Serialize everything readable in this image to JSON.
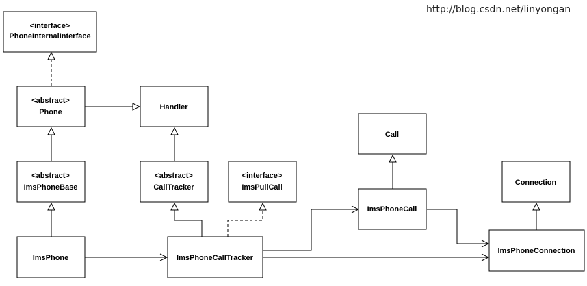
{
  "watermark": "http://blog.csdn.net/linyongan",
  "classes": {
    "phone_internal_interface": {
      "stereotype": "<interface>",
      "name": "PhoneInternalInterface"
    },
    "phone": {
      "stereotype": "<abstract>",
      "name": "Phone"
    },
    "handler": {
      "name": "Handler"
    },
    "ims_phone_base": {
      "stereotype": "<abstract>",
      "name": "ImsPhoneBase"
    },
    "call_tracker": {
      "stereotype": "<abstract>",
      "name": "CallTracker"
    },
    "ims_pull_call": {
      "stereotype": "<interface>",
      "name": "ImsPullCall"
    },
    "call": {
      "name": "Call"
    },
    "ims_phone_call": {
      "name": "ImsPhoneCall"
    },
    "connection": {
      "name": "Connection"
    },
    "ims_phone": {
      "name": "ImsPhone"
    },
    "ims_phone_call_tracker": {
      "name": "ImsPhoneCallTracker"
    },
    "ims_phone_connection": {
      "name": "ImsPhoneConnection"
    }
  }
}
